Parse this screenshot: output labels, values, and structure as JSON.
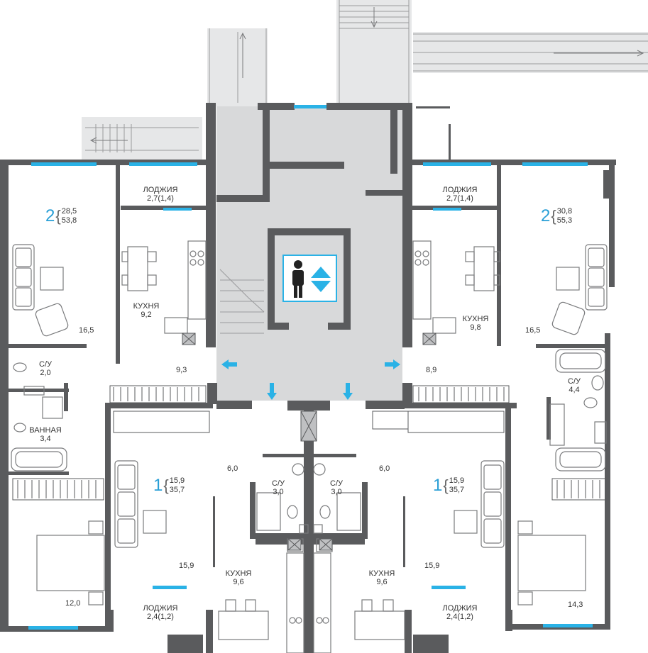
{
  "colors": {
    "wall": "#5a5b5d",
    "common_area": "#d8d9da",
    "window": "#2ab2e6",
    "accent": "#2a9fd6",
    "elevator_bg": "#ffffff",
    "fixture": "#8a8b8d",
    "line": "#9a9b9d"
  },
  "icons": {
    "elevator": "person-with-up-down-arrows-icon",
    "arrows": "blue-direction-arrow-icon"
  },
  "apartments": [
    {
      "id": "top-left",
      "rooms": "2",
      "living": "28,5",
      "total": "53,8"
    },
    {
      "id": "top-right",
      "rooms": "2",
      "living": "30,8",
      "total": "55,3"
    },
    {
      "id": "bottom-left",
      "rooms": "1",
      "living": "15,9",
      "total": "35,7"
    },
    {
      "id": "bottom-right",
      "rooms": "1",
      "living": "15,9",
      "total": "35,7"
    }
  ],
  "rooms": {
    "loggia_tl": {
      "name": "ЛОДЖИЯ",
      "area": "2,7(1,4)"
    },
    "loggia_tr": {
      "name": "ЛОДЖИЯ",
      "area": "2,7(1,4)"
    },
    "kitchen_tl": {
      "name": "КУХНЯ",
      "area": "9,2"
    },
    "kitchen_tr": {
      "name": "КУХНЯ",
      "area": "9,8"
    },
    "living_tl": {
      "area": "16,5"
    },
    "living_tr": {
      "area": "16,5"
    },
    "wc_tl": {
      "name": "С/У",
      "area": "2,0"
    },
    "wc_tr": {
      "name": "С/У",
      "area": "4,4"
    },
    "hall_tl": {
      "area": "9,3"
    },
    "hall_tr": {
      "area": "8,9"
    },
    "bath_l": {
      "name": "ВАННАЯ",
      "area": "3,4"
    },
    "bedroom_l": {
      "area": "12,0"
    },
    "bedroom_r": {
      "area": "14,3"
    },
    "hall_bl": {
      "area": "6,0"
    },
    "hall_br": {
      "area": "6,0"
    },
    "wc_bl": {
      "name": "С/У",
      "area": "3,0"
    },
    "wc_br": {
      "name": "С/У",
      "area": "3,0"
    },
    "room_bl": {
      "area": "15,9"
    },
    "room_br": {
      "area": "15,9"
    },
    "kitchen_bl": {
      "name": "КУХНЯ",
      "area": "9,6"
    },
    "kitchen_br": {
      "name": "КУХНЯ",
      "area": "9,6"
    },
    "loggia_bl": {
      "name": "ЛОДЖИЯ",
      "area": "2,4(1,2)"
    },
    "loggia_br": {
      "name": "ЛОДЖИЯ",
      "area": "2,4(1,2)"
    }
  }
}
